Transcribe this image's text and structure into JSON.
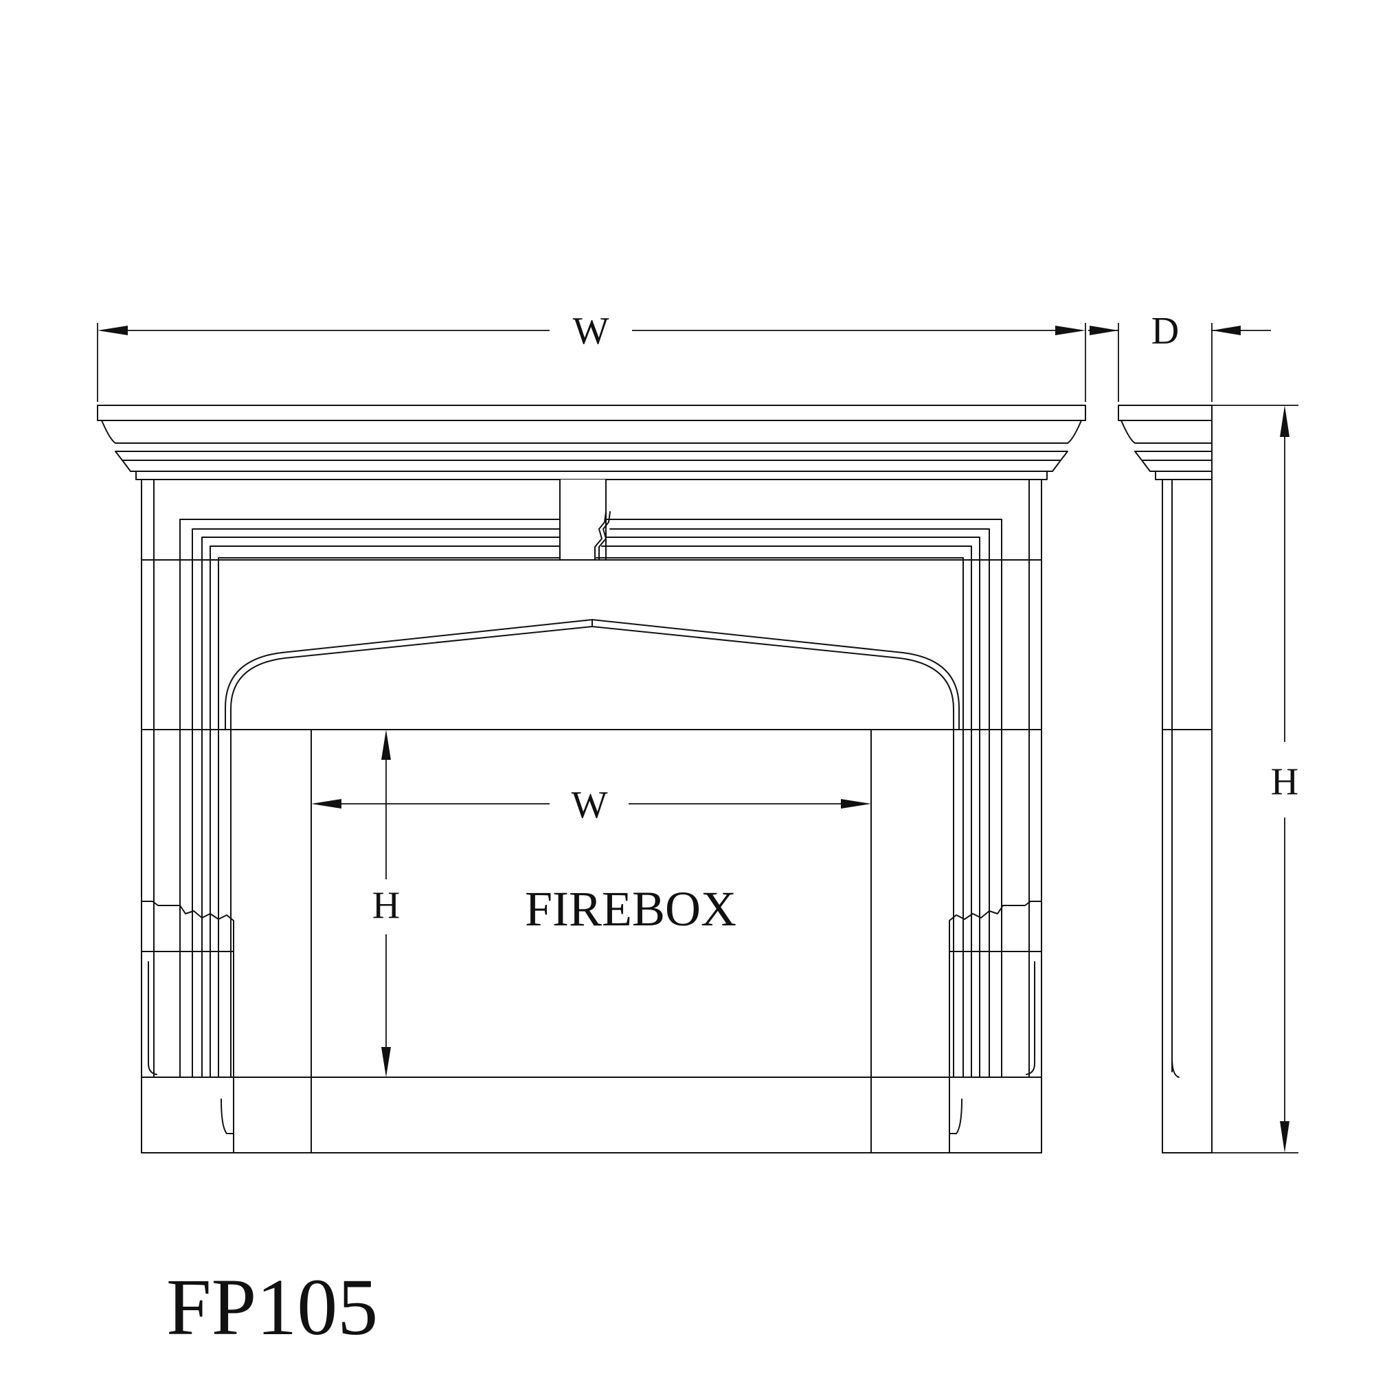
{
  "diagram": {
    "overall_width_label": "W",
    "depth_label": "D",
    "overall_height_label": "H",
    "firebox_width_label": "W",
    "firebox_height_label": "H",
    "firebox_label": "FIREBOX",
    "model_code": "FP105"
  },
  "colors": {
    "line": "#111111",
    "background": "#ffffff"
  }
}
